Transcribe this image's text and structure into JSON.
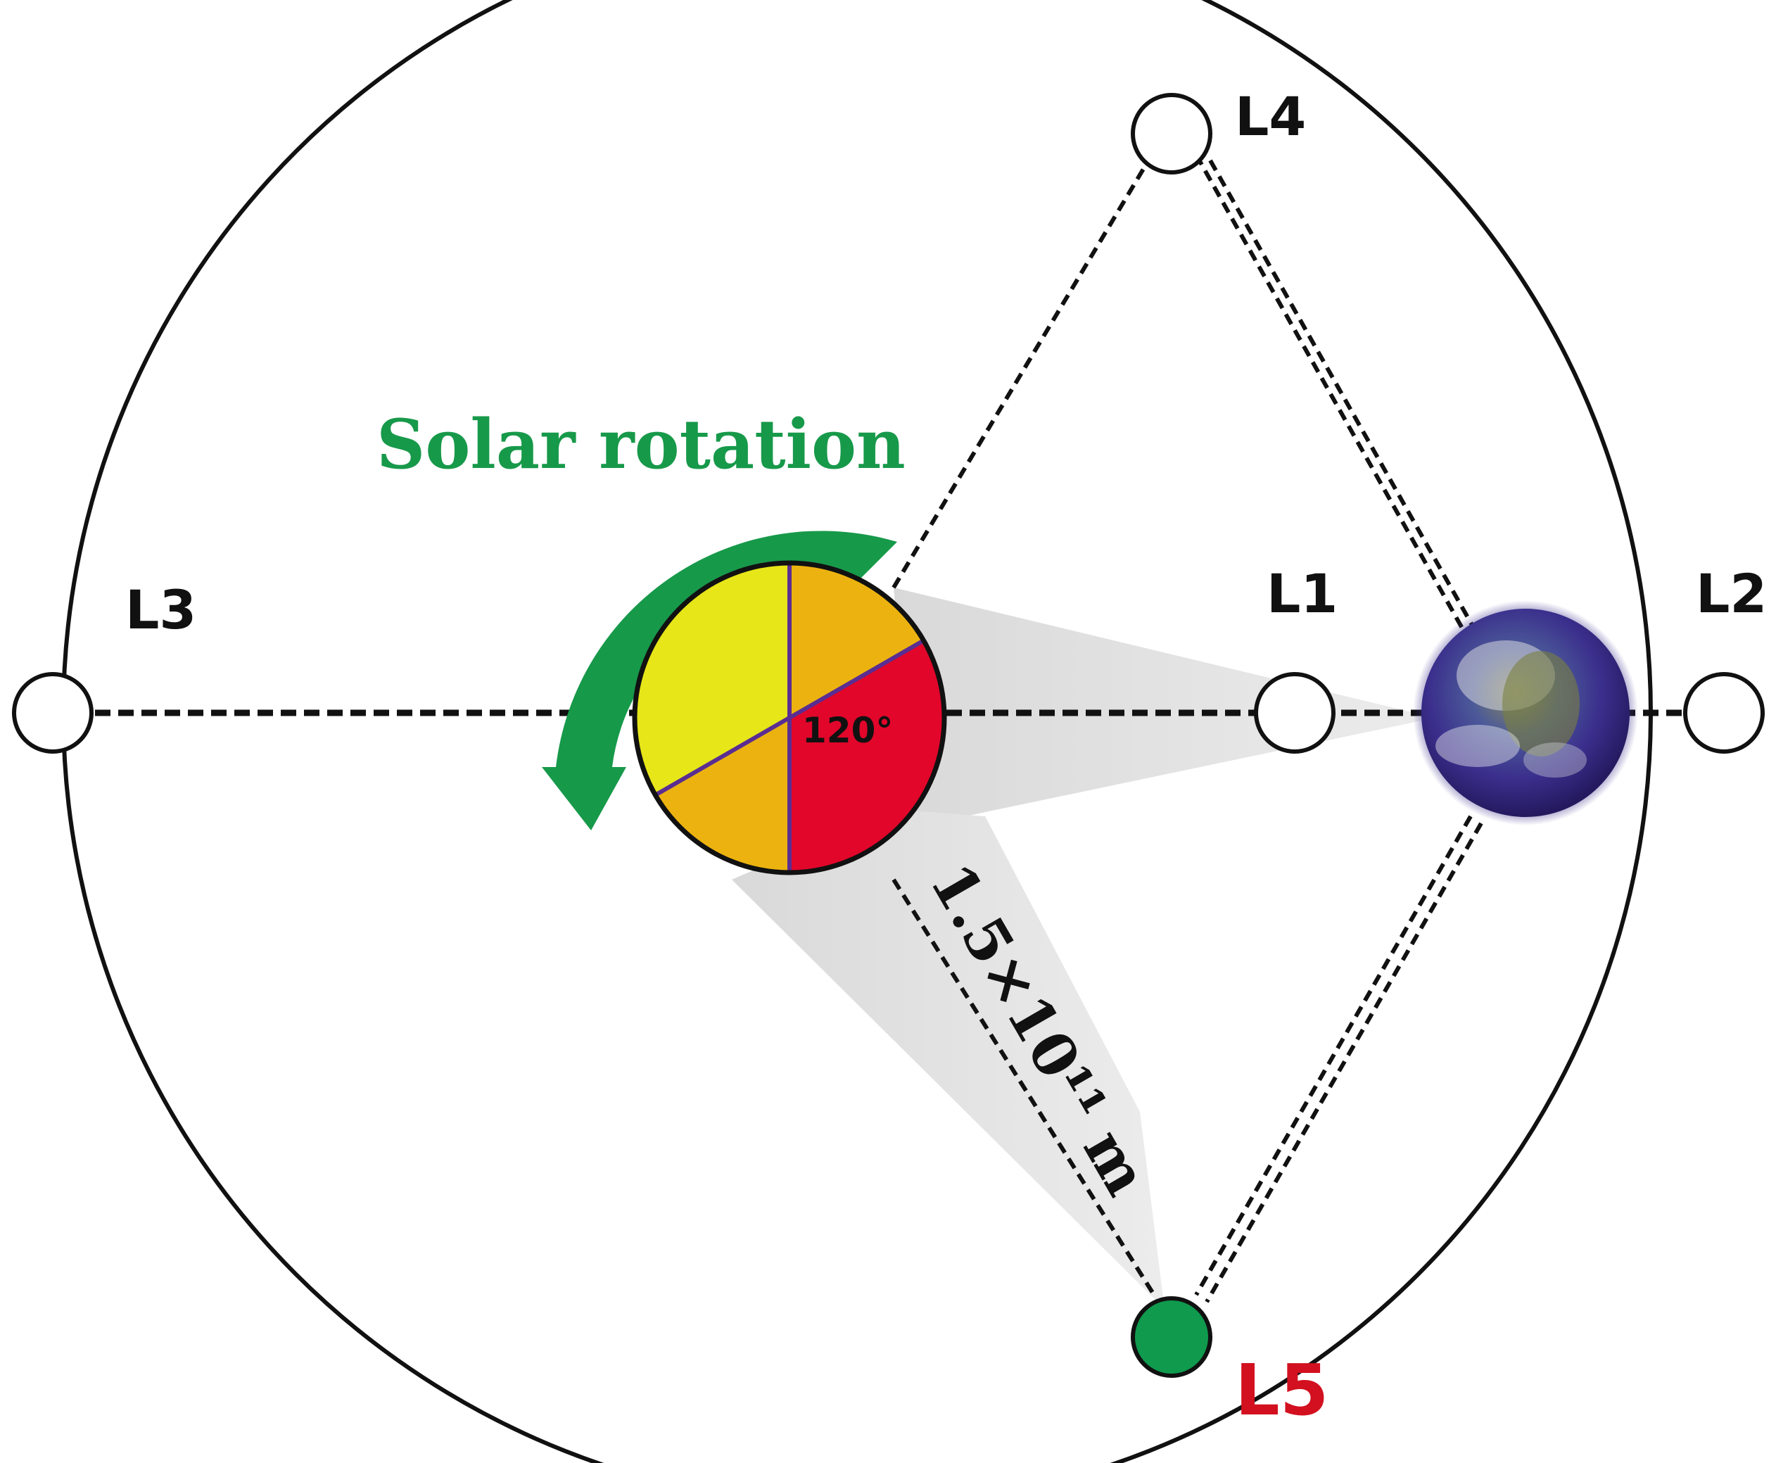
{
  "diagram": {
    "title": "Solar rotation",
    "points": {
      "L1": "L1",
      "L2": "L2",
      "L3": "L3",
      "L4": "L4",
      "L5": "L5"
    },
    "sun_angle": "120°",
    "distance": "1.5×10¹¹ m"
  },
  "colors": {
    "rotation_arrow": "#17994a",
    "l5_fill": "#0f9a4e",
    "l5_label": "#d2101f",
    "sun_yellow": "#e6e619",
    "sun_orange": "#ecb310",
    "sun_red": "#e2062a",
    "sun_divider": "#5a2d91",
    "shadow": "#e6e6e6"
  },
  "icons": {
    "earth": "earth-icon",
    "sun": "sun-icon",
    "rotation": "rotation-arrow-icon"
  }
}
